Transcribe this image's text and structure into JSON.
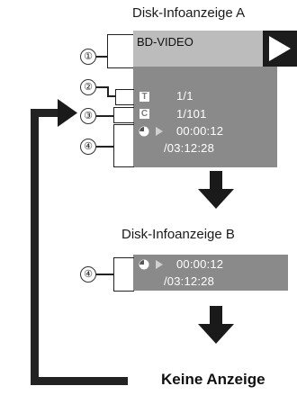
{
  "display_a": {
    "title": "Disk-Infoanzeige A",
    "disc_type": "BD-VIDEO",
    "title_counter": "1/1",
    "chapter_counter": "1/101",
    "elapsed": "00:00:12",
    "total": "/03:12:28",
    "icons": {
      "title": "T",
      "chapter": "C"
    }
  },
  "display_b": {
    "title": "Disk-Infoanzeige B",
    "elapsed": "00:00:12",
    "total": "/03:12:28"
  },
  "callouts": [
    "①",
    "②",
    "③",
    "④"
  ],
  "final_label": "Keine Anzeige",
  "colors": {
    "panel": "#8a8a8a",
    "titlebar": "#bcbcbc",
    "arrow": "#1a1a1a"
  }
}
